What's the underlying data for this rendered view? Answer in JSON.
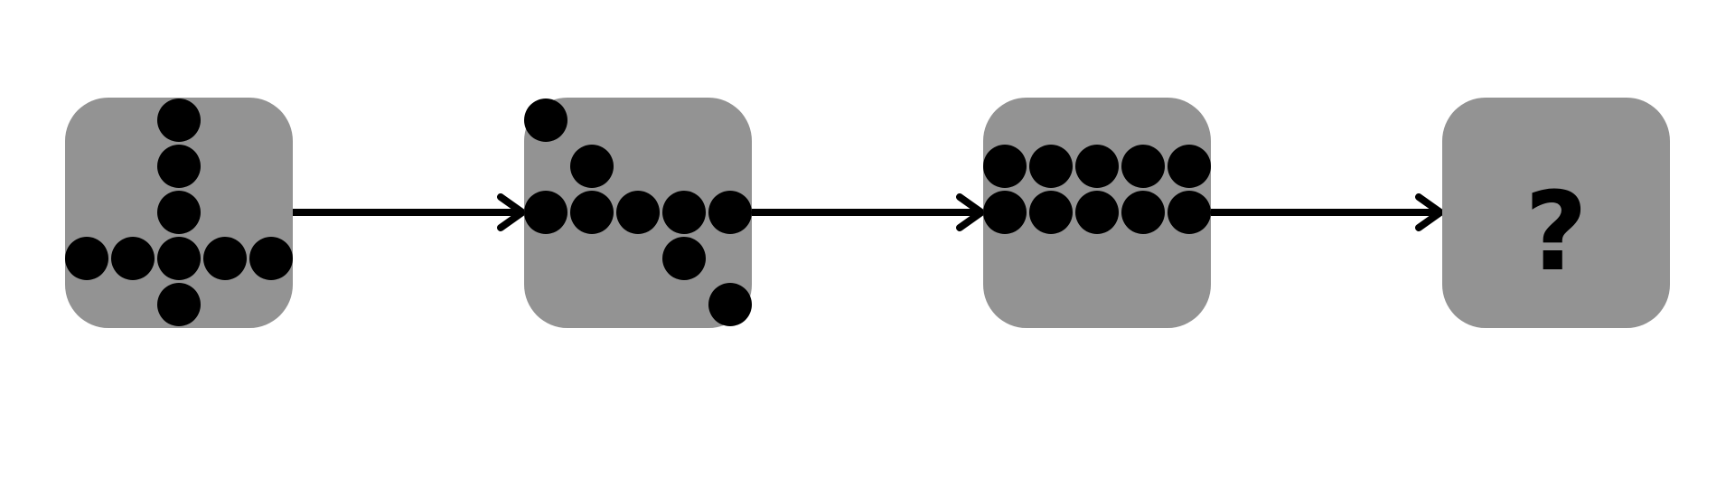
{
  "diagram": {
    "box_color": "#939393",
    "dot_color": "#000000",
    "arrow_color": "#000000",
    "question_mark": "?",
    "panels": [
      {
        "name": "panel-1",
        "dots": [
          [
            0,
            2
          ],
          [
            1,
            2
          ],
          [
            2,
            2
          ],
          [
            3,
            0
          ],
          [
            3,
            1
          ],
          [
            3,
            2
          ],
          [
            3,
            3
          ],
          [
            3,
            4
          ],
          [
            4,
            2
          ]
        ]
      },
      {
        "name": "panel-2",
        "dots": [
          [
            0,
            0
          ],
          [
            1,
            1
          ],
          [
            2,
            0
          ],
          [
            2,
            1
          ],
          [
            2,
            2
          ],
          [
            2,
            3
          ],
          [
            2,
            4
          ],
          [
            3,
            3
          ],
          [
            4,
            4
          ]
        ]
      },
      {
        "name": "panel-3",
        "dots": [
          [
            1,
            0
          ],
          [
            1,
            1
          ],
          [
            1,
            2
          ],
          [
            1,
            3
          ],
          [
            1,
            4
          ],
          [
            2,
            0
          ],
          [
            2,
            1
          ],
          [
            2,
            2
          ],
          [
            2,
            3
          ],
          [
            2,
            4
          ]
        ]
      },
      {
        "name": "panel-4",
        "dots": []
      }
    ]
  }
}
